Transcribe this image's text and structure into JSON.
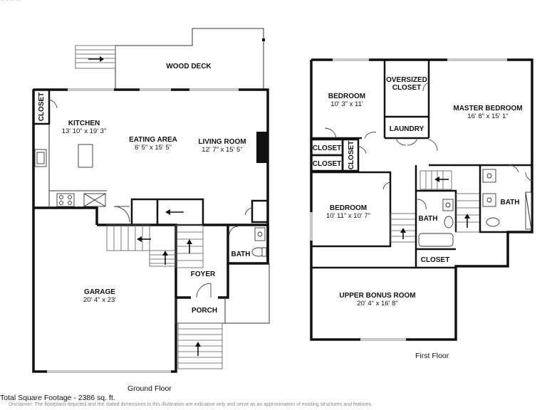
{
  "header_fragment": "… , … …",
  "ground_floor": {
    "label": "Ground Floor",
    "rooms": {
      "wood_deck": {
        "name": "WOOD DECK"
      },
      "closet": {
        "name": "CLOSET"
      },
      "kitchen": {
        "name": "KITCHEN",
        "dims": "13' 10\" x 19' 3\""
      },
      "eating_area": {
        "name": "EATING AREA",
        "dims": "6' 5\" x 15' 5\""
      },
      "living_room": {
        "name": "LIVING ROOM",
        "dims": "12' 7\" x 15' 5\""
      },
      "bath": {
        "name": "BATH"
      },
      "foyer": {
        "name": "FOYER"
      },
      "porch": {
        "name": "PORCH"
      },
      "garage": {
        "name": "GARAGE",
        "dims": "20' 4\" x 23'"
      }
    }
  },
  "first_floor": {
    "label": "First Floor",
    "rooms": {
      "bedroom_1": {
        "name": "BEDROOM",
        "dims": "10' 3\" x 11'"
      },
      "oversized_closet": {
        "name_line1": "OVERSIZED",
        "name_line2": "CLOSET"
      },
      "master_bedroom": {
        "name": "MASTER BEDROOM",
        "dims": "16' 8\" x 15' 1\""
      },
      "laundry": {
        "name": "LAUNDRY"
      },
      "closet_a": {
        "name": "CLOSET"
      },
      "closet_b": {
        "name": "CLOSET"
      },
      "closet_vertical": {
        "name": "CLOSET"
      },
      "bedroom_2": {
        "name": "BEDROOM",
        "dims": "10' 11\" x 10' 7\""
      },
      "bath_hall": {
        "name": "BATH"
      },
      "bath_master": {
        "name": "BATH"
      },
      "closet_hall": {
        "name": "CLOSET"
      },
      "upper_bonus_room": {
        "name": "UPPER BONUS ROOM",
        "dims": "20' 4\" x 16' 8\""
      }
    }
  },
  "total_square_footage": "Total Square Footage - 2386 sq. ft.",
  "disclaimer": "Disclaimer: The floorplans depicted and the stated dimensions in this illustration are indicative only and serve as an approximation of existing structures and features."
}
